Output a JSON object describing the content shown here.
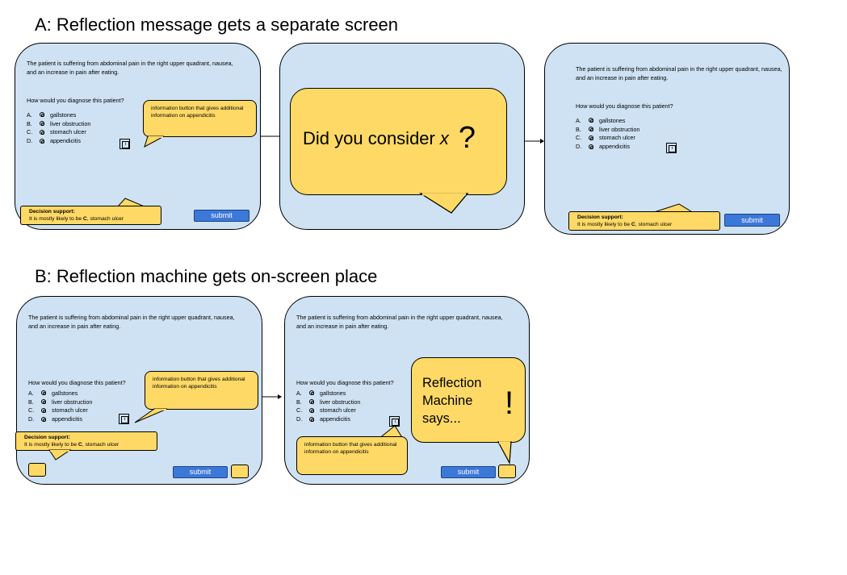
{
  "section_a": {
    "title": "A: Reflection message gets a separate screen"
  },
  "section_b": {
    "title": "B: Reflection machine gets on-screen place"
  },
  "scenario_text": "The patient is suffering from abdominal pain in the right upper quadrant, nausea, and an increase in pain after eating.",
  "question_text": "How would you diagnose this patient?",
  "options": [
    {
      "letter": "A.",
      "label": "gallstones"
    },
    {
      "letter": "B.",
      "label": "liver obstruction"
    },
    {
      "letter": "C.",
      "label": "stomach ulcer"
    },
    {
      "letter": "D.",
      "label": "appendicitis"
    }
  ],
  "info_button": {
    "glyph": "i"
  },
  "info_tooltip": {
    "text": "information button that gives additional information on appendicitis"
  },
  "decision_support": {
    "title": "Decision support:",
    "text_prefix": "It is mostly likely to be ",
    "answer_letter": "C",
    "text_suffix": ", stomach ulcer"
  },
  "submit_label": "submit",
  "reflection_message": {
    "text_prefix": "Did you consider ",
    "variable": "x",
    "mark": "?"
  },
  "reflection_machine": {
    "text": "Reflection Machine says...",
    "mark": "!"
  },
  "colors": {
    "screen": "#cfe2f3",
    "callout": "#ffd966",
    "submit": "#3c78d8"
  }
}
